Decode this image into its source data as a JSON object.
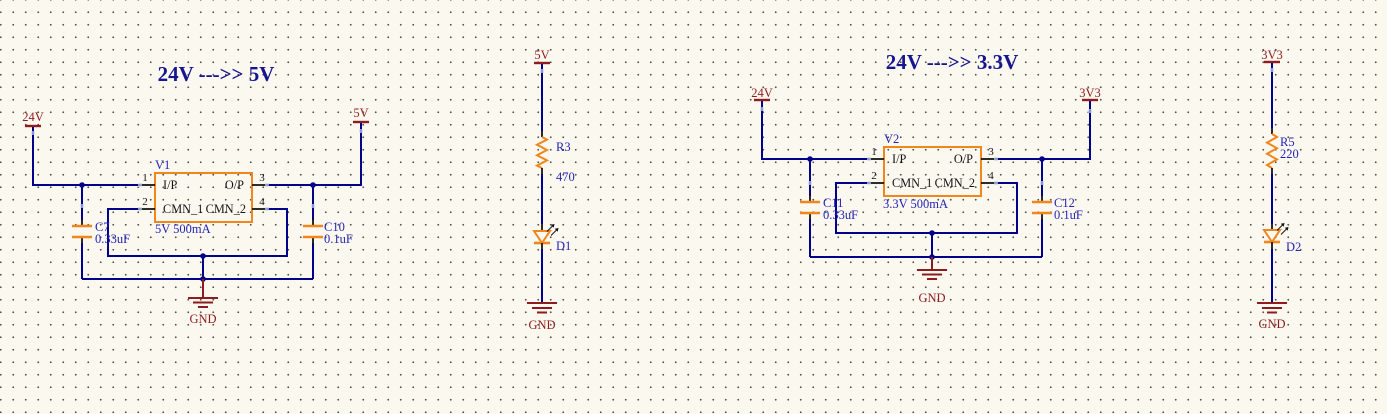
{
  "colors": {
    "background": "#fbf8f0",
    "grid_dot": "#55544d",
    "wire_blue": "#00008b",
    "symbol_orange": "#f0861c",
    "label_blue": "#2424b8",
    "power_red": "#8e1c1c",
    "pin_black": "#141414",
    "title_navy": "#15158f"
  },
  "left_regulator": {
    "title": "24V --->> 5V",
    "input_port": "24V",
    "output_port": "5V",
    "ground_label": "GND",
    "designator": "V1",
    "comment": "5V 500mA",
    "pin1_num": "1",
    "pin1_name": "I/P",
    "pin2_num": "2",
    "pin2_name": "CMN_1",
    "pin3_num": "3",
    "pin3_name": "O/P",
    "pin4_num": "4",
    "pin4_name": "CMN_2",
    "cap_in_ref": "C7",
    "cap_in_value": "0.33uF",
    "cap_out_ref": "C10",
    "cap_out_value": "0.1uF"
  },
  "left_led": {
    "port": "5V",
    "resistor_ref": "R3",
    "resistor_value": "470",
    "diode_ref": "D1",
    "ground_label": "GND"
  },
  "right_regulator": {
    "title": "24V --->> 3.3V",
    "input_port": "24V",
    "output_port": "3V3",
    "ground_label": "GND",
    "designator": "V2",
    "comment": "3.3V 500mA",
    "pin1_num": "1",
    "pin1_name": "I/P",
    "pin2_num": "2",
    "pin2_name": "CMN_1",
    "pin3_num": "3",
    "pin3_name": "O/P",
    "pin4_num": "4",
    "pin4_name": "CMN_2",
    "cap_in_ref": "C11",
    "cap_in_value": "0.33uF",
    "cap_out_ref": "C12",
    "cap_out_value": "0.1uF"
  },
  "right_led": {
    "port": "3V3",
    "resistor_ref": "R5",
    "resistor_value": "220",
    "diode_ref": "D2",
    "ground_label": "GND"
  }
}
